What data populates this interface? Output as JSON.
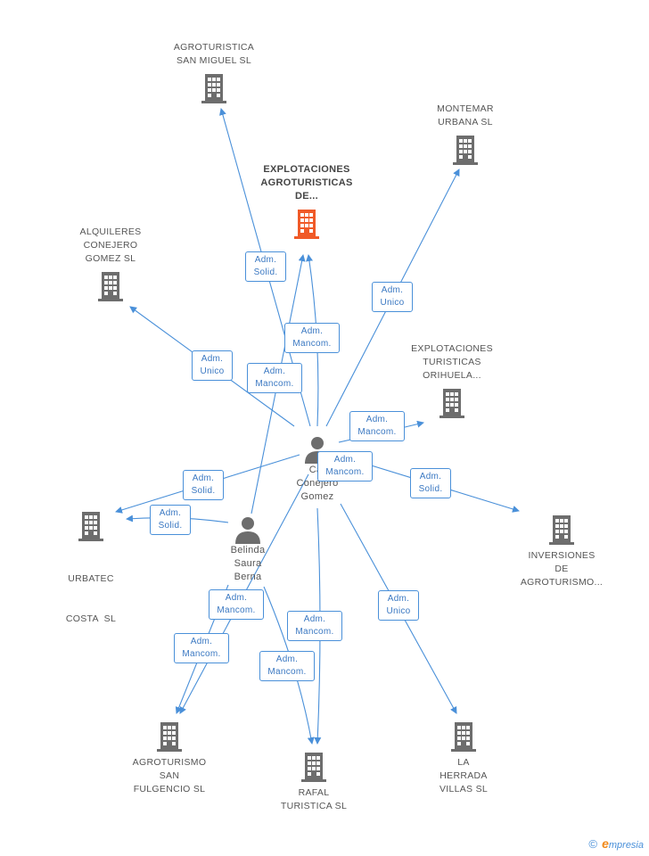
{
  "colors": {
    "edge": "#4a90d9",
    "building": "#6d6d6d",
    "building_highlight": "#f05a28",
    "person": "#6d6d6d"
  },
  "companies": {
    "agroturistica_san_miguel": {
      "lines": [
        "AGROTURISTICA",
        "SAN MIGUEL SL"
      ],
      "icon": "building-icon"
    },
    "montemar_urbana": {
      "lines": [
        "MONTEMAR",
        "URBANA SL"
      ],
      "icon": "building-icon"
    },
    "explotaciones_agroturisticas": {
      "lines": [
        "EXPLOTACIONES",
        "AGROTURISTICAS",
        "DE..."
      ],
      "icon": "building-icon",
      "highlight": true
    },
    "alquileres_conejero": {
      "lines": [
        "ALQUILERES",
        "CONEJERO",
        "GOMEZ SL"
      ],
      "icon": "building-icon"
    },
    "explotaciones_turisticas": {
      "lines": [
        "EXPLOTACIONES",
        "TURISTICAS",
        "ORIHUELA..."
      ],
      "icon": "building-icon"
    },
    "urbatec_costa": {
      "lines": [
        "URBATEC",
        "COSTA  SL"
      ],
      "icon": "building-icon"
    },
    "inversiones_agroturismo": {
      "lines": [
        "INVERSIONES",
        "DE",
        "AGROTURISMO..."
      ],
      "icon": "building-icon"
    },
    "agroturismo_san_fulgencio": {
      "lines": [
        "AGROTURISMO",
        "SAN",
        "FULGENCIO SL"
      ],
      "icon": "building-icon"
    },
    "rafal_turistica": {
      "lines": [
        "RAFAL",
        "TURISTICA SL"
      ],
      "icon": "building-icon"
    },
    "la_herrada_villas": {
      "lines": [
        "LA",
        "HERRADA",
        "VILLAS SL"
      ],
      "icon": "building-icon"
    }
  },
  "persons": {
    "carlos": {
      "lines": [
        "Car",
        "Conejero",
        "Gomez"
      ],
      "icon": "person-icon"
    },
    "belinda": {
      "lines": [
        "Belinda",
        "Saura",
        "Berna"
      ],
      "icon": "person-icon"
    }
  },
  "edge_labels": [
    {
      "lines": [
        "Adm.",
        "Solid."
      ]
    },
    {
      "lines": [
        "Adm.",
        "Mancom."
      ]
    },
    {
      "lines": [
        "Adm.",
        "Unico"
      ]
    },
    {
      "lines": [
        "Adm.",
        "Unico"
      ]
    },
    {
      "lines": [
        "Adm.",
        "Mancom."
      ]
    },
    {
      "lines": [
        "Adm.",
        "Mancom."
      ]
    },
    {
      "lines": [
        "Adm.",
        "Mancom."
      ]
    },
    {
      "lines": [
        "Adm.",
        "Solid."
      ]
    },
    {
      "lines": [
        "Adm.",
        "Solid."
      ]
    },
    {
      "lines": [
        "Adm.",
        "Solid."
      ]
    },
    {
      "lines": [
        "Adm.",
        "Mancom."
      ]
    },
    {
      "lines": [
        "Adm.",
        "Mancom."
      ]
    },
    {
      "lines": [
        "Adm.",
        "Mancom."
      ]
    },
    {
      "lines": [
        "Adm.",
        "Unico"
      ]
    },
    {
      "lines": [
        "Adm.",
        "Mancom."
      ]
    }
  ],
  "footer": {
    "copyright": "©",
    "brand_first": "e",
    "brand_rest": "mpresia"
  }
}
